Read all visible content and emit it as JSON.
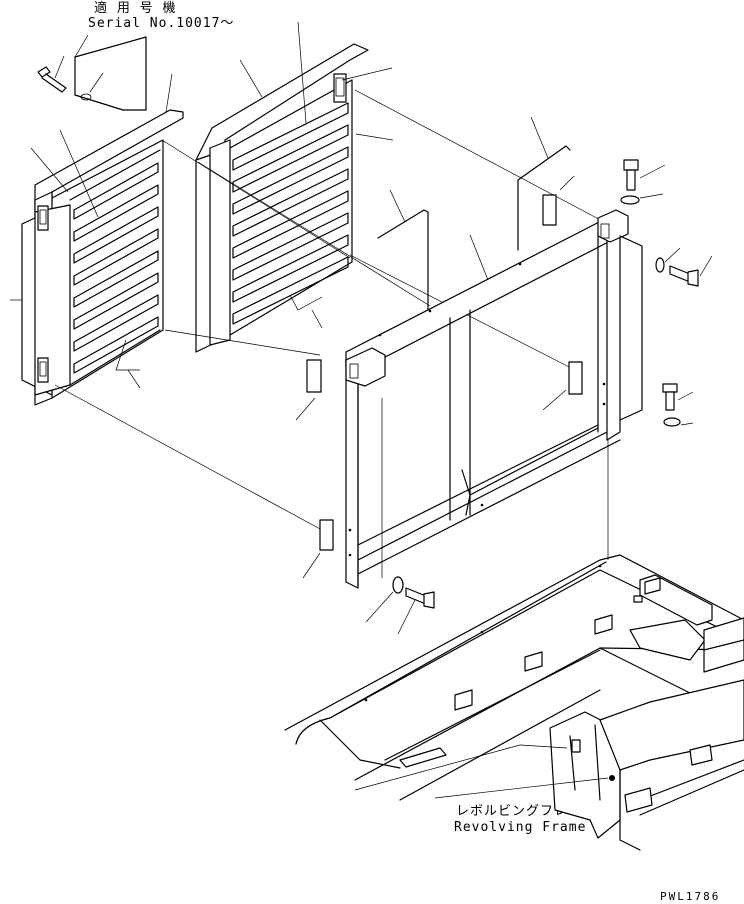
{
  "serial_note": {
    "label_jp": "適 用 号 機",
    "label_en": "Serial No.10017～"
  },
  "frame_label": {
    "label_jp": "レボルビングフレーム",
    "label_en": "Revolving Frame"
  },
  "drawing_code": "PWL1786"
}
